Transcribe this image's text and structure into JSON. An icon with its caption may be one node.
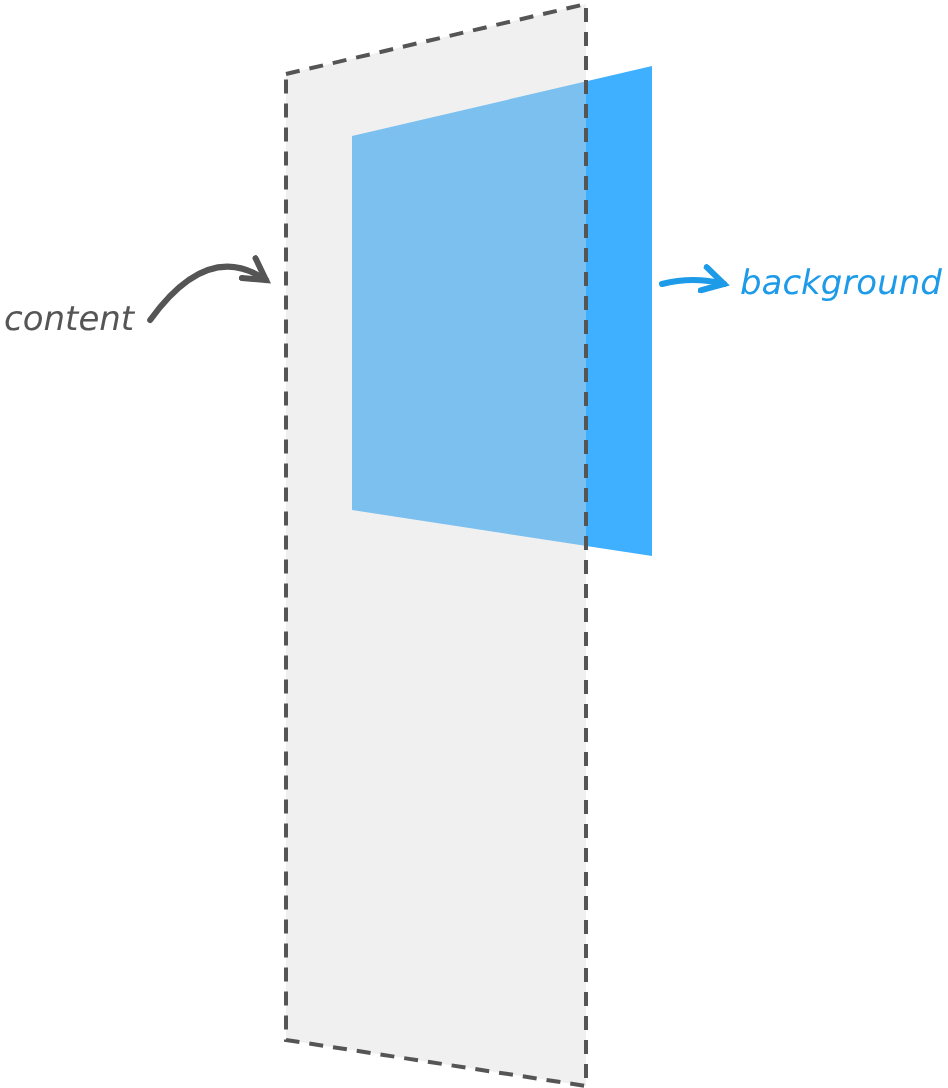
{
  "diagram": {
    "nodes": [
      {
        "text": [
          "content"
        ]
      },
      {
        "text": [],
        "shape": "box"
      },
      {
        "text": [],
        "shape": "box"
      },
      {
        "text": [
          "background"
        ]
      }
    ],
    "edges": [
      {
        "from": 0,
        "to": 1,
        "arrow": "to",
        "color": "#555555"
      },
      {
        "from": 2,
        "to": 3,
        "arrow": "to",
        "color": "#1e9be8"
      }
    ]
  }
}
